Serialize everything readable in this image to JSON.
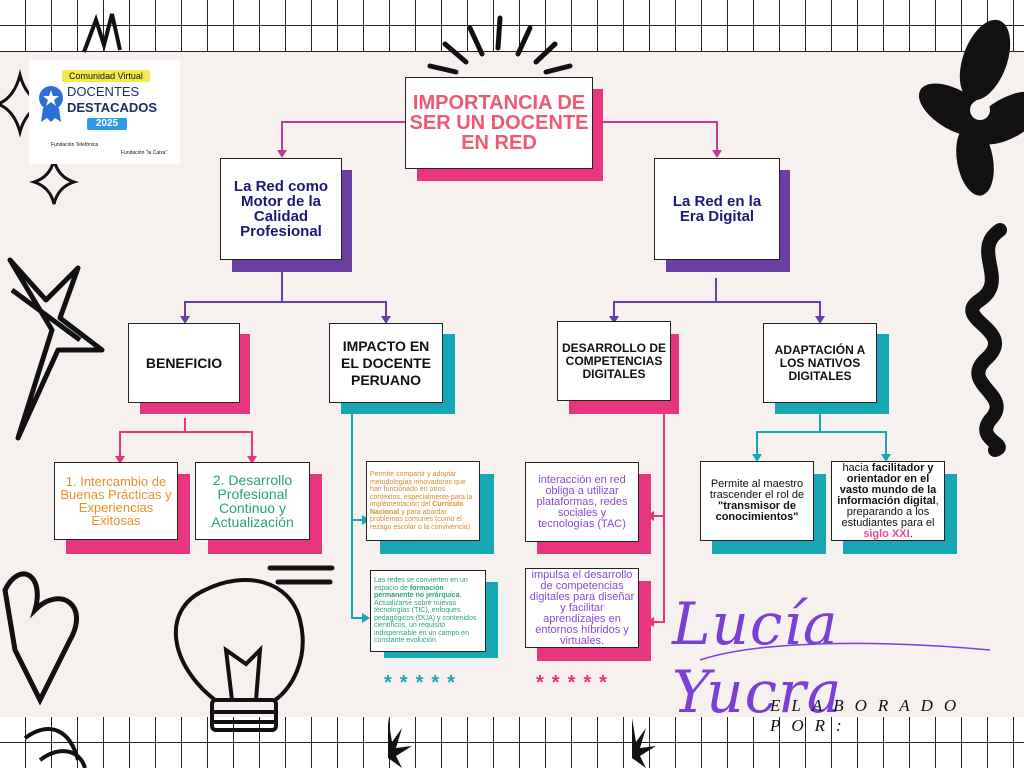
{
  "badge": {
    "top_label": "Comunidad Virtual",
    "line1": "DOCENTES",
    "line2": "DESTACADOS",
    "year": "2025",
    "footer_left": "Fundación\nTelefónica",
    "footer_right": "Fundación \"la Caixa\""
  },
  "title": "IMPORTANCIA DE SER UN DOCENTE EN RED",
  "left_branch": {
    "label": "La Red como Motor de la Calidad Profesional",
    "beneficio": {
      "label": "BENEFICIO",
      "item1": "1. Intercambio de Buenas Prácticas y Experiencias Exitosas",
      "item2": "2. Desarrollo Profesional Continuo y Actualización"
    },
    "impacto": {
      "label": "IMPACTO EN EL DOCENTE PERUANO",
      "note1_pre": "Permite compartir y adoptar metodologías innovadoras que han funcionado en otros contextos, especialmente para la implementación del ",
      "note1_bold": "Currículo Nacional",
      "note1_post": " y para abordar problemas comunes (como el rezago escolar o la convivencia).",
      "note2_pre": "Las redes se convierten en un espacio de ",
      "note2_bold": "formación permanente no jerárquica",
      "note2_post": ". Actualizarse sobre nuevas tecnologías (TIC), enfoques pedagógicos (DUA) y contenidos científicos, un requisito indispensable en un campo en constante evolución."
    }
  },
  "right_branch": {
    "label": "La Red en la Era Digital",
    "competencias": {
      "label": "DESARROLLO DE COMPETENCIAS DIGITALES",
      "note1": "interacción en red obliga a utilizar plataformas, redes sociales y tecnologías (TAC)",
      "note2": "impulsa el desarrollo de competencias digitales para diseñar y facilitar aprendizajes en entornos híbridos y virtuales."
    },
    "nativos": {
      "label": "ADAPTACIÓN A LOS NATIVOS DIGITALES",
      "note1_pre": "Permite al maestro trascender el rol de ",
      "note1_bold": "\"transmisor de conocimientos\"",
      "note2_pre": "hacia ",
      "note2_bold": "facilitador y orientador en el vasto mundo de la información digital",
      "note2_mid": ", preparando a los estudiantes para el ",
      "note2_pink": "siglo XXI",
      "note2_end": "."
    }
  },
  "signature": "Lucía Yucra",
  "credit": "ELABORADO POR:",
  "colors": {
    "title_text": "#ef5a6f",
    "pink": "#e8357f",
    "purple": "#6b3fa0",
    "teal": "#16a7b4",
    "navy": "#1a1a7a",
    "signature": "#7b3fd6"
  },
  "icons": [
    "sparkle-icon",
    "star-scribble-icon",
    "flower-icon",
    "lightbulb-icon",
    "heart-scribble-icon"
  ]
}
